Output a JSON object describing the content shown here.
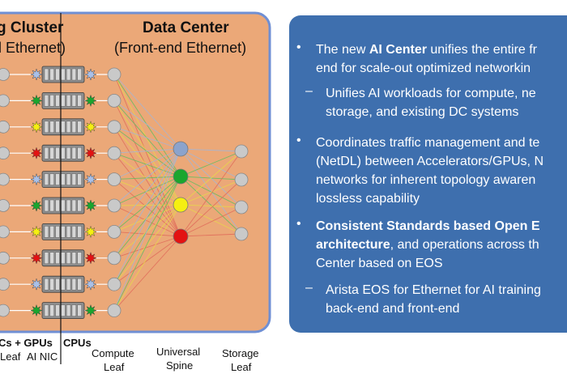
{
  "left_panel": {
    "title_line1": "g Cluster",
    "title_line2": "l Ethernet)",
    "dc_title_line1": "Data Center",
    "dc_title_line2": "(Front-end Ethernet)",
    "bottom_labels": {
      "nics_gpus": "Cs + GPUs",
      "cpus": "CPUs",
      "leaf": "Leaf",
      "ai_nic": "AI NIC",
      "compute_leaf_1": "Compute",
      "compute_leaf_2": "Leaf",
      "universal_spine_1": "Universal",
      "universal_spine_2": "Spine",
      "storage_leaf_1": "Storage",
      "storage_leaf_2": "Leaf"
    },
    "colors": {
      "panel_fill": "#eba878",
      "panel_border": "#6f8fd4",
      "node_gray": "#c9c9c9",
      "spine_blue": "#8ba3cc",
      "spine_green": "#1aa62e",
      "spine_yellow": "#f5ef12",
      "spine_red": "#e31212"
    },
    "server_star_colors": [
      "#a9c0e8",
      "#1aa62e",
      "#f5ef12",
      "#e31212",
      "#a9c0e8",
      "#1aa62e",
      "#f5ef12",
      "#e31212",
      "#a9c0e8",
      "#1aa62e"
    ],
    "spine_colors": [
      "#8ba3cc",
      "#1aa62e",
      "#f5ef12",
      "#e31212"
    ]
  },
  "bullets": {
    "b1": {
      "line1_pre": "The new ",
      "line1_bold": "AI Center",
      "line1_post": " unifies the entire fr",
      "line2": "end for  scale-out optimized networkin"
    },
    "s1": {
      "line1": "Unifies AI workloads for compute, ne",
      "line2": "storage, and existing DC systems"
    },
    "b2": {
      "line1": "Coordinates traffic management and te",
      "line2": "(NetDL) between Accelerators/GPUs, N",
      "line3": "networks for inherent topology awaren",
      "line4": "lossless capability"
    },
    "b3": {
      "line1_bold": "Consistent Standards based Open E",
      "line2_bold": "architecture",
      "line2_post": ", and operations across th",
      "line3": "Center based on EOS"
    },
    "s2": {
      "line1": "Arista EOS for Ethernet for AI training",
      "line2": "back-end and front-end"
    },
    "bullet_char": "•",
    "dash_char": "–",
    "panel_color": "#3e6fae"
  }
}
